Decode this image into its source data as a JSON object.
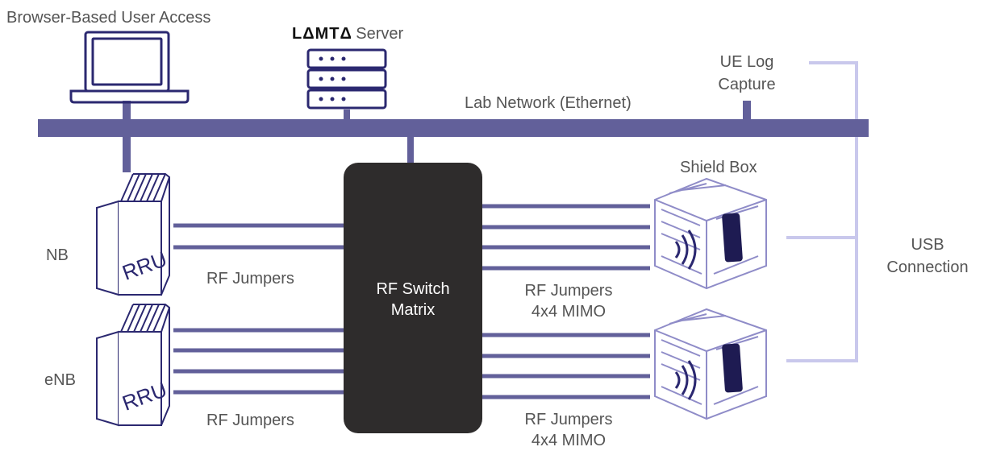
{
  "labels": {
    "browser_access": "Browser-Based User Access",
    "server_brand": "LΔMTΔ",
    "server": "Server",
    "ue_log_line1": "UE Log",
    "ue_log_line2": "Capture",
    "lab_network": "Lab Network (Ethernet)",
    "shield_box": "Shield Box",
    "nb": "NB",
    "enb": "eNB",
    "rru": "RRU",
    "rf_jumpers_nb": "RF Jumpers",
    "rf_jumpers_enb": "RF Jumpers",
    "rf_switch_line1": "RF Switch",
    "rf_switch_line2": "Matrix",
    "rf_jumpers_mimo_top_line1": "RF Jumpers",
    "rf_jumpers_mimo_top_line2": "4x4 MIMO",
    "rf_jumpers_mimo_bottom_line1": "RF Jumpers",
    "rf_jumpers_mimo_bottom_line2": "4x4 MIMO",
    "usb_line1": "USB",
    "usb_line2": "Connection"
  },
  "colors": {
    "network": "#62609a",
    "usb": "#c9c8ec",
    "device_outline": "#2b2870",
    "rf_switch": "#2e2c2c",
    "text": "#555555"
  }
}
